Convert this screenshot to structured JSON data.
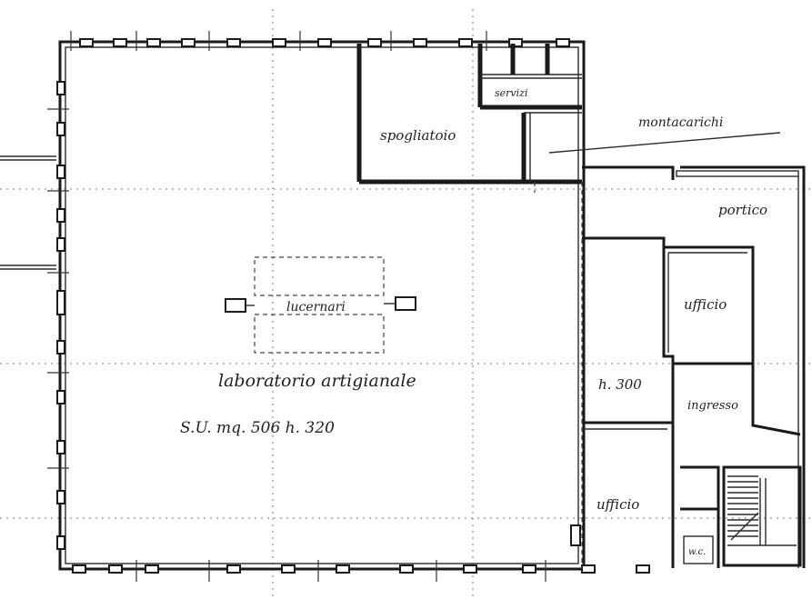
{
  "labels": {
    "servizi": "servizi",
    "spogliatoio": "spogliatoio",
    "montacarichi": "montacarichi",
    "portico": "portico",
    "lucernari": "lucernari",
    "ufficio_top": "ufficio",
    "laboratorio": "laboratorio artigianale",
    "area": "S.U. mq. 506  h. 320",
    "h300": "h. 300",
    "ingresso": "ingresso",
    "ufficio_bottom": "ufficio",
    "wc": "w.c."
  }
}
